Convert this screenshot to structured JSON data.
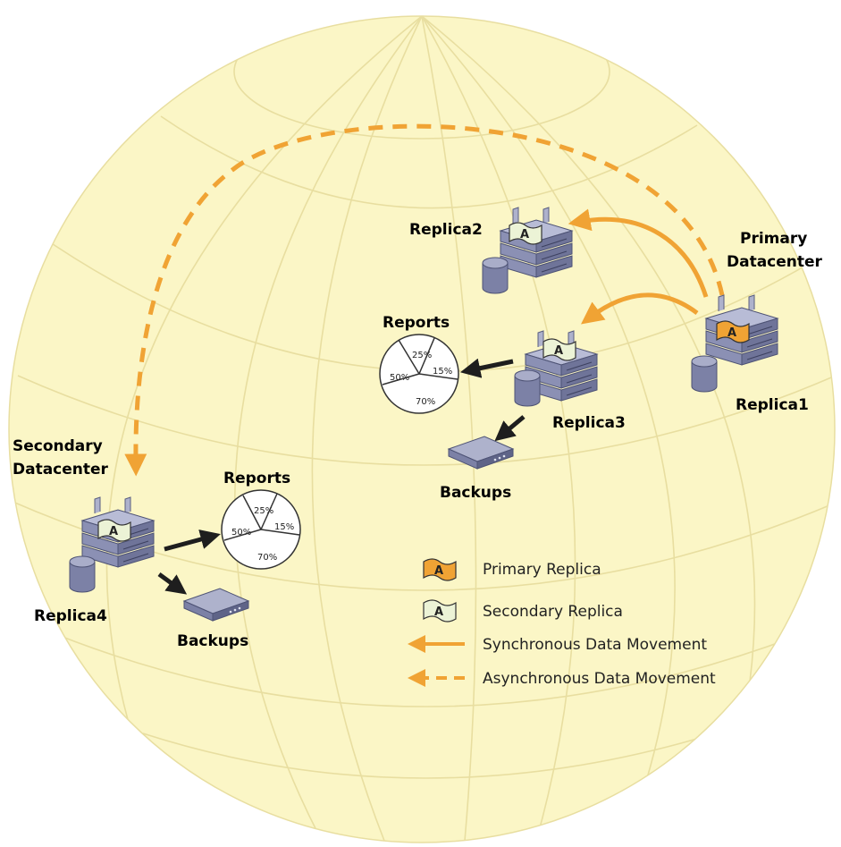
{
  "colors": {
    "globe_fill": "#fbf6c6",
    "globe_grid": "#e8dea0",
    "sync_arrow": "#f0a334",
    "primary_flag": "#f0a334",
    "secondary_flag": "#ecf3d6",
    "server_body": "#8b90b4",
    "arrow_black": "#1e1e1e"
  },
  "icons": {
    "server": "server-stack-icon",
    "database": "database-cylinder-icon",
    "backup": "backup-appliance-icon",
    "report": "pie-chart-icon",
    "flag": "replica-flag-icon"
  },
  "nodes": {
    "primary_datacenter": {
      "line1": "Primary",
      "line2": "Datacenter"
    },
    "secondary_datacenter": {
      "line1": "Secondary",
      "line2": "Datacenter"
    },
    "replica1": {
      "label": "Replica1",
      "flag": "A"
    },
    "replica2": {
      "label": "Replica2",
      "flag": "A"
    },
    "replica3": {
      "label": "Replica3",
      "flag": "A"
    },
    "replica4": {
      "label": "Replica4",
      "flag": "A"
    }
  },
  "reports": [
    {
      "title": "Reports",
      "slices": [
        "25%",
        "15%",
        "50%",
        "70%"
      ]
    },
    {
      "title": "Reports",
      "slices": [
        "25%",
        "15%",
        "50%",
        "70%"
      ]
    }
  ],
  "backups": [
    {
      "label": "Backups"
    },
    {
      "label": "Backups"
    }
  ],
  "legend": {
    "primary_replica": {
      "label": "Primary Replica",
      "flag": "A"
    },
    "secondary_replica": {
      "label": "Secondary Replica",
      "flag": "A"
    },
    "sync": {
      "label": "Synchronous Data Movement"
    },
    "async": {
      "label": "Asynchronous Data Movement"
    }
  }
}
